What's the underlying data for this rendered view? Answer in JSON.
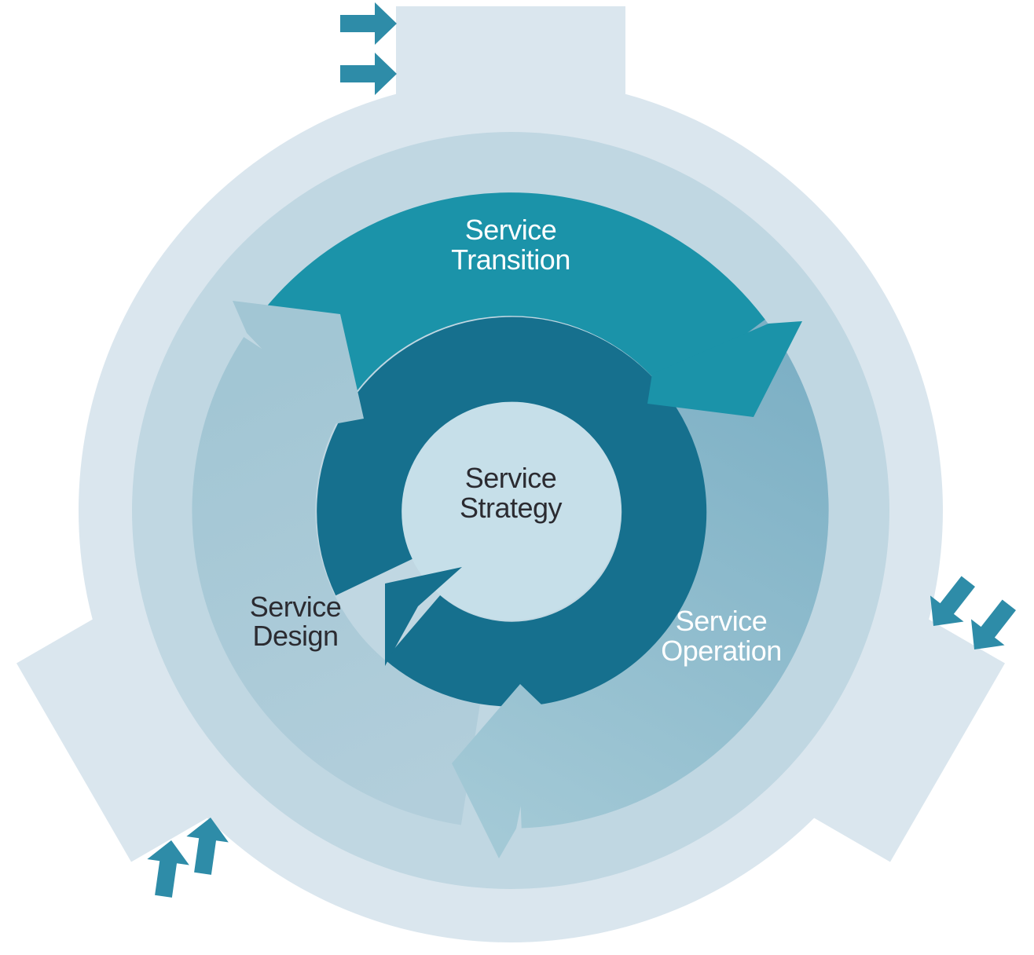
{
  "phases": {
    "strategy": {
      "line1": "Service",
      "line2": "Strategy"
    },
    "transition": {
      "line1": "Service",
      "line2": "Transition"
    },
    "design": {
      "line1": "Service",
      "line2": "Design"
    },
    "operation": {
      "line1": "Service",
      "line2": "Operation"
    }
  },
  "inflow_arrows": {
    "top_count": 2,
    "right_count": 2,
    "bottom_left_count": 2
  },
  "colors": {
    "background": "#ffffff",
    "outer_ring": "#dae6ee",
    "second_ring": "#c0d7e2",
    "center_circle": "#c6dfe9",
    "inner_ring": "#16708e",
    "transition_arc": "#1b93a9",
    "design_arc_start": "#b2cedb",
    "design_arc_end": "#a2c6d4",
    "operation_arc_start": "#7db0c5",
    "operation_arc_end": "#a3c9d6",
    "external_arrow": "#2e8ca8",
    "label_dark": "#2b2b31",
    "label_light": "#ffffff"
  }
}
